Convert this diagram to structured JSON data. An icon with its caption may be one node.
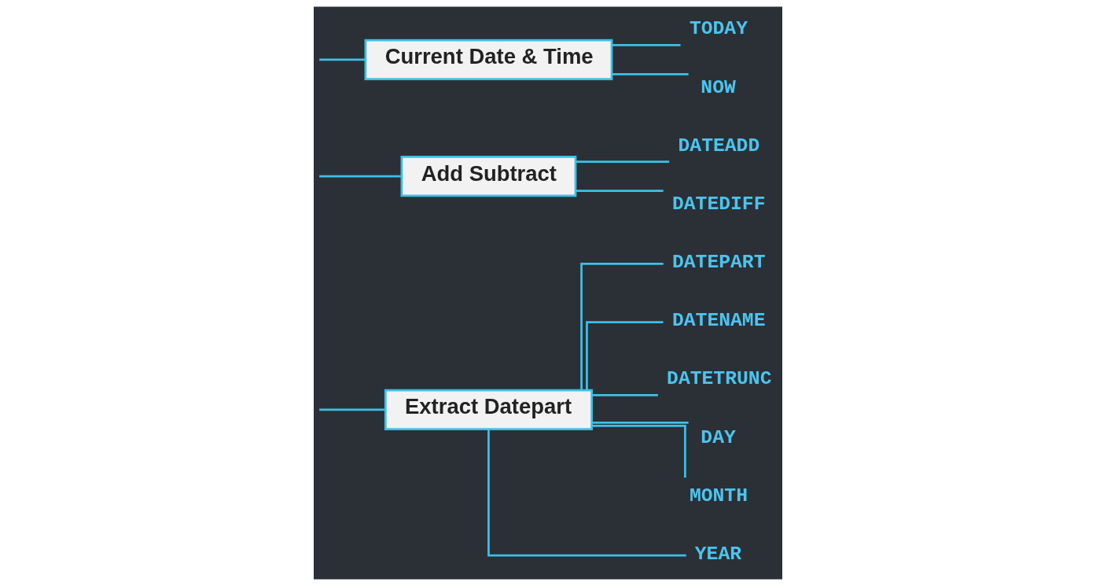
{
  "diagram": {
    "nodes": [
      {
        "text": [
          "Extract Datepart"
        ]
      },
      {
        "text": [
          "Add Subtract"
        ]
      },
      {
        "text": [
          "Current Date & Time"
        ]
      },
      {
        "text": [
          "DATEPART"
        ]
      },
      {
        "text": [
          "DATENAME"
        ]
      },
      {
        "text": [
          "DATETRUNC"
        ]
      },
      {
        "text": [
          "DAY"
        ]
      },
      {
        "text": [
          "MONTH"
        ]
      },
      {
        "text": [
          "YEAR"
        ]
      },
      {
        "text": [
          "DATEADD"
        ]
      },
      {
        "text": [
          "DATEDIFF"
        ]
      },
      {
        "text": [
          "TODAY"
        ]
      },
      {
        "text": [
          "NOW"
        ]
      }
    ],
    "edges": [
      {
        "from": null,
        "to": 0,
        "arrow": "none"
      },
      {
        "from": null,
        "to": 1,
        "arrow": "none"
      },
      {
        "from": null,
        "to": 2,
        "arrow": "none"
      },
      {
        "from": 0,
        "to": 3,
        "arrow": "none"
      },
      {
        "from": 0,
        "to": 4,
        "arrow": "none"
      },
      {
        "from": 0,
        "to": 5,
        "arrow": "none"
      },
      {
        "from": 0,
        "to": 6,
        "arrow": "none"
      },
      {
        "from": 0,
        "to": 7,
        "arrow": "none"
      },
      {
        "from": 0,
        "to": 8,
        "arrow": "none"
      },
      {
        "from": 1,
        "to": 9,
        "arrow": "none"
      },
      {
        "from": 1,
        "to": 10,
        "arrow": "none"
      },
      {
        "from": 2,
        "to": 11,
        "arrow": "none"
      },
      {
        "from": 2,
        "to": 12,
        "arrow": "none"
      }
    ]
  }
}
